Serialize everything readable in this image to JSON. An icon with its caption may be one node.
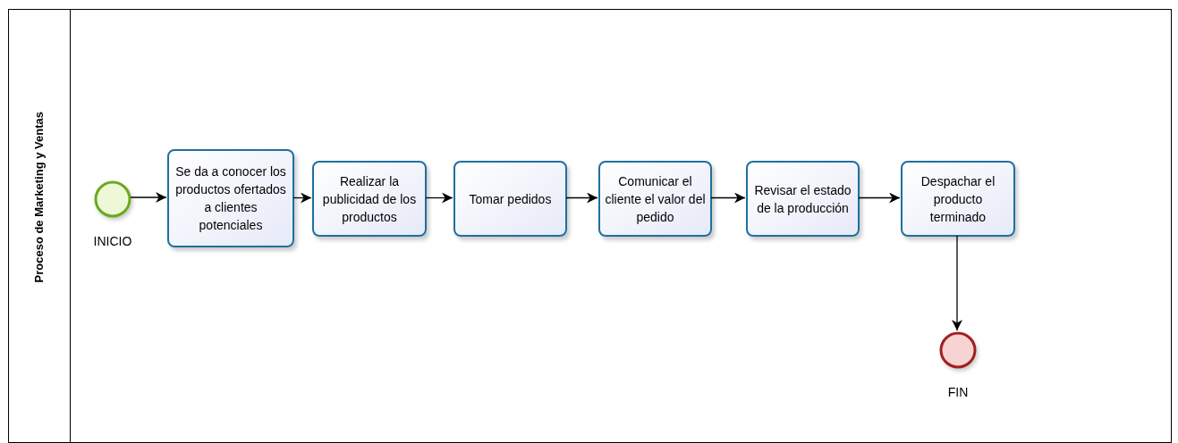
{
  "diagram": {
    "nodes": [
      {
        "text": [
          "Proceso de Marketing y Ventas"
        ]
      },
      {
        "text": [],
        "shape": "circle",
        "beside": [
          "INICIO"
        ],
        "in": 0
      },
      {
        "text": [
          "Se da a conocer los productos ofertados a clientes potenciales"
        ],
        "in": 0
      },
      {
        "text": [
          "Realizar la publicidad de los productos"
        ],
        "in": 0
      },
      {
        "text": [
          "Tomar pedidos"
        ],
        "in": 0
      },
      {
        "text": [
          "Comunicar el cliente el valor del pedido"
        ],
        "in": 0
      },
      {
        "text": [
          "Revisar el estado de la producción"
        ],
        "in": 0
      },
      {
        "text": [
          "Despachar el producto terminado"
        ],
        "in": 0
      },
      {
        "text": [],
        "shape": "circle",
        "beside": [
          "FIN"
        ],
        "in": 0
      }
    ],
    "edges": [
      {
        "from": 1,
        "to": 2,
        "arrow": "to"
      },
      {
        "from": 2,
        "to": 3,
        "arrow": "to"
      },
      {
        "from": 3,
        "to": 4,
        "arrow": "to"
      },
      {
        "from": 4,
        "to": 5,
        "arrow": "to"
      },
      {
        "from": 5,
        "to": 6,
        "arrow": "to"
      },
      {
        "from": 6,
        "to": 7,
        "arrow": "to"
      },
      {
        "from": 7,
        "to": 8,
        "arrow": "to"
      }
    ]
  }
}
